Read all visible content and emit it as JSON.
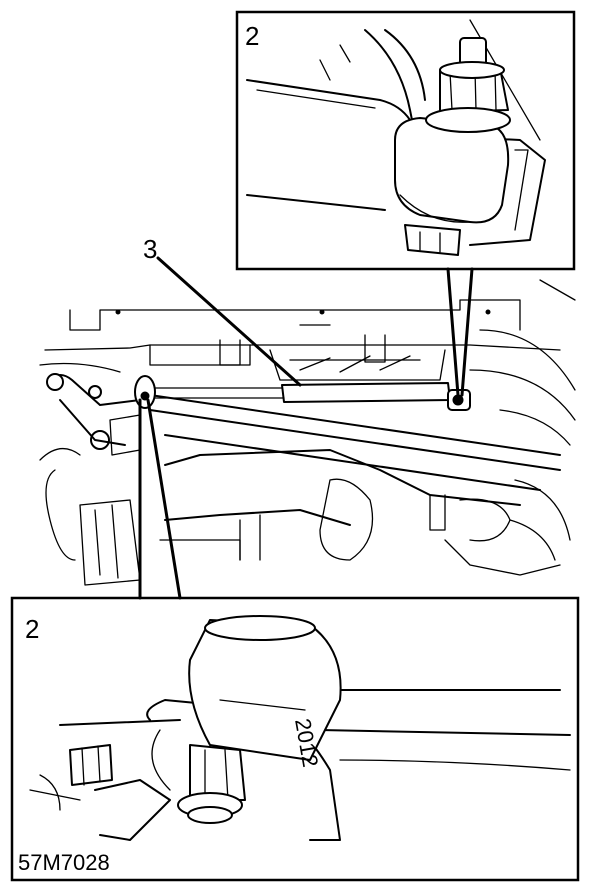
{
  "callouts": {
    "top_inset_number": "2",
    "main_part_number": "3",
    "bottom_inset_number": "2"
  },
  "reference_code": "57M7028"
}
